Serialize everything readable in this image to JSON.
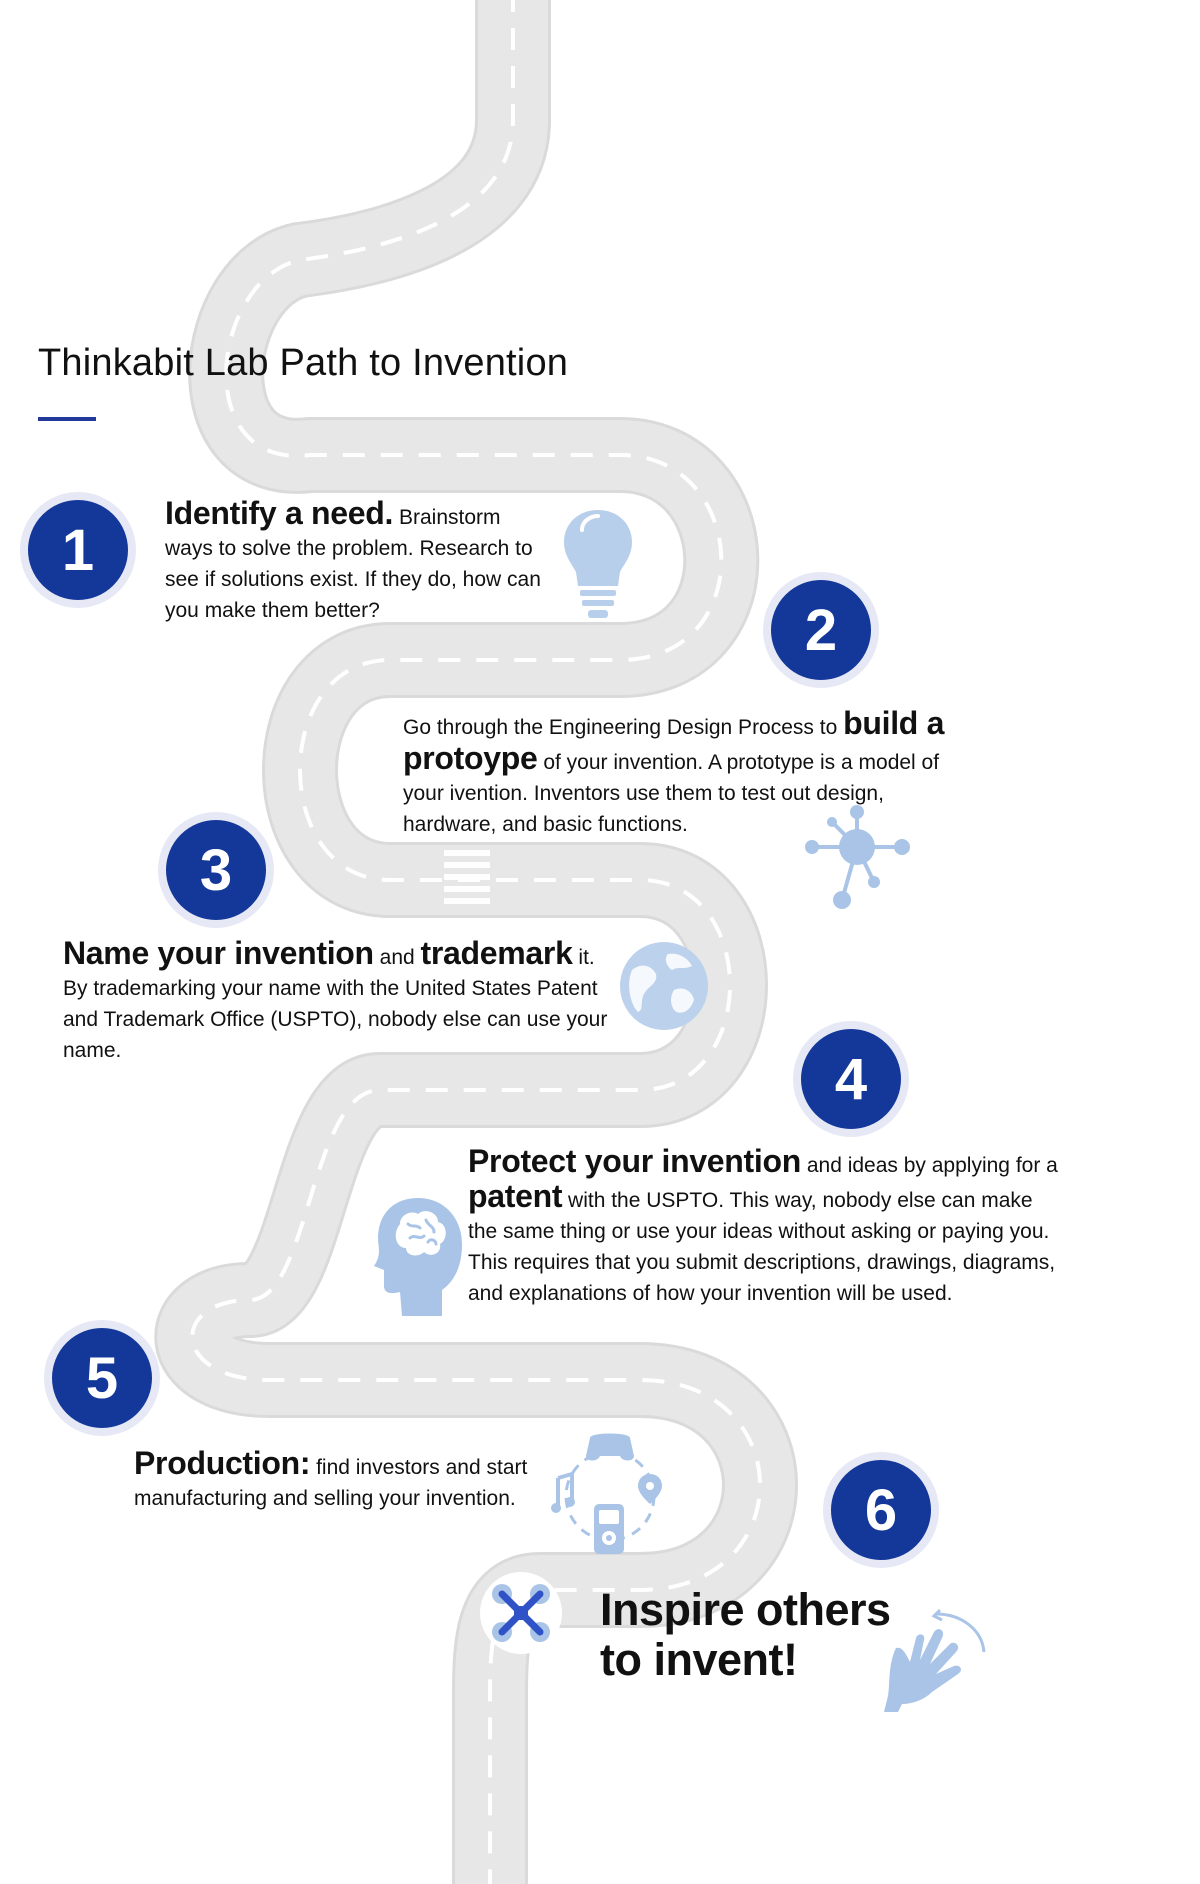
{
  "title": "Thinkabit Lab Path to Invention",
  "colors": {
    "road": "#dadada",
    "road_edge": "#e7e7e7",
    "lane_dash": "#ffffff",
    "badge": "#13389a",
    "badge_ring": "#e6e9f5",
    "icon": "#a9c4e6",
    "title_rule": "#23399a"
  },
  "steps": [
    {
      "number": "1",
      "lead": "Identify a need.",
      "text": " Brainstorm ways to solve the problem. Research to see if solutions exist. If they do, how can you make them better?",
      "icon": "lightbulb-icon"
    },
    {
      "number": "2",
      "pre": "Go through the Engineering Design Process to ",
      "lead": "build a protoype",
      "text": " of your invention. A prototype is a model of your ivention. Inventors use them to test out design, hardware, and basic functions.",
      "icon": "network-icon"
    },
    {
      "number": "3",
      "lead": "Name your invention",
      "mid": " and ",
      "lead2": "trademark",
      "text": " it. By trademarking your name with the United States Patent and Trademark Office (USPTO), nobody else can use your name.",
      "icon": "globe-icon"
    },
    {
      "number": "4",
      "lead": "Protect your invention",
      "mid": " and ideas by applying for a ",
      "lead2": "patent",
      "text": " with the USPTO. This way, nobody else can make the same thing or use your ideas without asking or paying you. This requires that you submit descriptions, drawings, diagrams, and explanations of how your invention will be used.",
      "icon": "brain-head-icon"
    },
    {
      "number": "5",
      "lead": "Production:",
      "text": " find investors and start manufacturing and selling your invention.",
      "icon": "devices-icon"
    },
    {
      "number": "6",
      "final": "Inspire others to invent!",
      "icon": "waving-hand-icon",
      "marker_icon": "drone-icon"
    }
  ]
}
